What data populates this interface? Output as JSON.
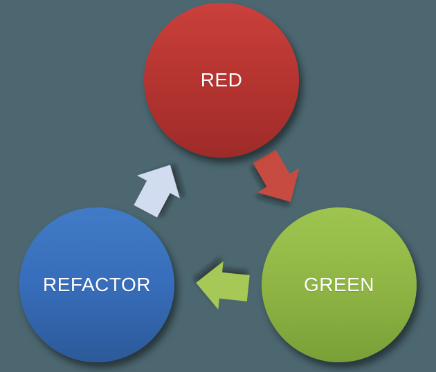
{
  "diagram": {
    "type": "cycle",
    "background_color": "#4c6770",
    "nodes": [
      {
        "id": "red",
        "label": "RED",
        "shape": "circle",
        "fill_top": "#ca403c",
        "fill_bottom": "#9e2b29",
        "text_color": "#ffffff"
      },
      {
        "id": "green",
        "label": "GREEN",
        "shape": "circle",
        "fill_top": "#9fc550",
        "fill_bottom": "#78a037",
        "text_color": "#ffffff"
      },
      {
        "id": "refactor",
        "label": "REFACTOR",
        "shape": "circle",
        "fill_top": "#417bc6",
        "fill_bottom": "#2c5a99",
        "text_color": "#ffffff"
      }
    ],
    "arrows": [
      {
        "id": "red-to-green",
        "from": "RED",
        "to": "GREEN",
        "color": "#b23731",
        "direction": "down-right"
      },
      {
        "id": "green-to-refactor",
        "from": "GREEN",
        "to": "REFACTOR",
        "color": "#92b845",
        "direction": "left"
      },
      {
        "id": "refactor-to-red",
        "from": "REFACTOR",
        "to": "RED",
        "color": "#c7d3ea",
        "direction": "up-right"
      }
    ]
  }
}
